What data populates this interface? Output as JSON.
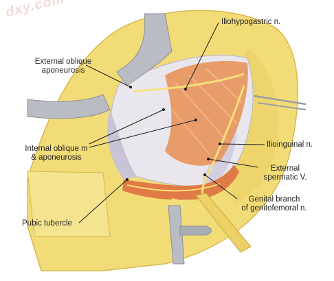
{
  "watermark": "dxy.com",
  "labels": {
    "iliohypogastric": "Iliohypogastric n.",
    "external_oblique_line1": "External oblique",
    "external_oblique_line2": "aponeurosis",
    "internal_oblique_line1": "Internal oblique m",
    "internal_oblique_line2": "& aponeurosis",
    "ilioinguinal": "Ilioinguinal n.",
    "external_spermatic_line1": "External",
    "external_spermatic_line2": "spermatic V.",
    "genital_branch_line1": "Genital branch",
    "genital_branch_line2": "of genitofemoral n.",
    "pubic_tubercle": "Pubic tubercle"
  },
  "colors": {
    "fat": "#f2dc78",
    "fat_dark": "#e0c14f",
    "aponeurosis": "#e9e6ee",
    "aponeurosis_shadow": "#c8c4d6",
    "muscle": "#e8935a",
    "nerve": "#f6e27a",
    "retractor": "#b9bcc2",
    "leader": "#1a1a1a"
  }
}
